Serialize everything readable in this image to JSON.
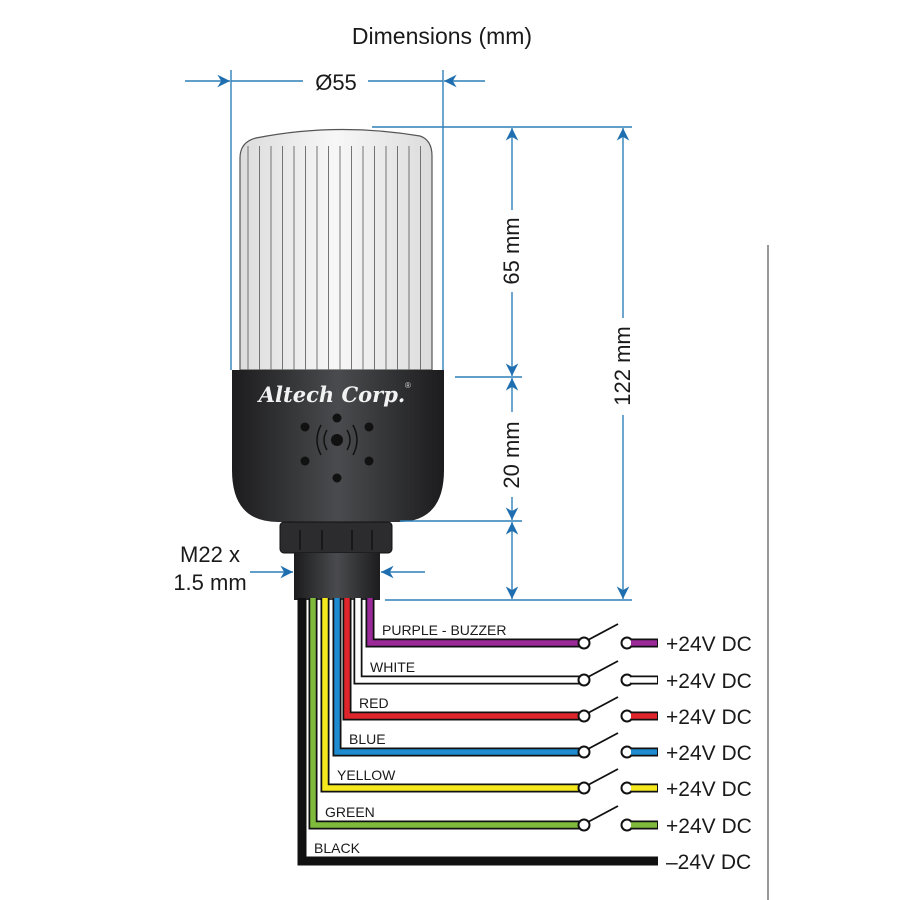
{
  "title": "Dimensions (mm)",
  "dimensions": {
    "diameter": "Ø55",
    "lens_height": "65 mm",
    "base_height": "20 mm",
    "total_height": "122 mm",
    "thread_line1": "M22 x",
    "thread_line2": "1.5 mm"
  },
  "logo": {
    "text": "Altech Corp.",
    "mark": "®"
  },
  "wires": [
    {
      "label": "PURPLE - BUZZER",
      "color": "#9b2a98",
      "supply": "+24V DC",
      "switched": true
    },
    {
      "label": "WHITE",
      "color": "#ffffff",
      "supply": "+24V DC",
      "switched": true
    },
    {
      "label": "RED",
      "color": "#e0242c",
      "supply": "+24V DC",
      "switched": true
    },
    {
      "label": "BLUE",
      "color": "#1f8bd0",
      "supply": "+24V DC",
      "switched": true
    },
    {
      "label": "YELLOW",
      "color": "#f5e81c",
      "supply": "+24V DC",
      "switched": true
    },
    {
      "label": "GREEN",
      "color": "#7fba3a",
      "supply": "+24V DC",
      "switched": true
    },
    {
      "label": "BLACK",
      "color": "#111111",
      "supply": "–24V DC",
      "switched": false
    }
  ],
  "colors": {
    "dimension": "#2f7fb8",
    "body": "#2a2b2d",
    "lens": "#ededed"
  }
}
